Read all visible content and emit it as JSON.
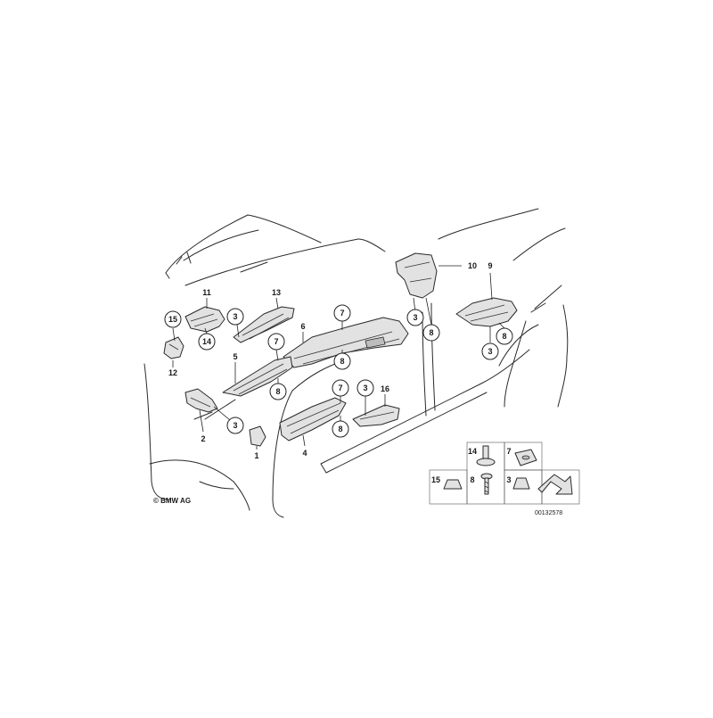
{
  "diagram": {
    "copyright": "© BMW AG",
    "document_number": "00132578"
  },
  "callouts": {
    "c15a": "15",
    "c11": "11",
    "c14a": "14",
    "c12": "12",
    "c3a": "3",
    "c13": "13",
    "c6": "6",
    "c7a": "7",
    "c8a": "8",
    "c7b": "7",
    "c5": "5",
    "c8b": "8",
    "c3b": "3",
    "c2": "2",
    "c1": "1",
    "c7c": "7",
    "c8c": "8",
    "c4": "4",
    "c3c": "3",
    "c16": "16",
    "c10": "10",
    "c3d": "3",
    "c8d": "8",
    "c9": "9",
    "c8e": "8",
    "c3e": "3"
  },
  "legend": {
    "l14": "14",
    "l7": "7",
    "l15": "15",
    "l8": "8",
    "l3": "3"
  }
}
